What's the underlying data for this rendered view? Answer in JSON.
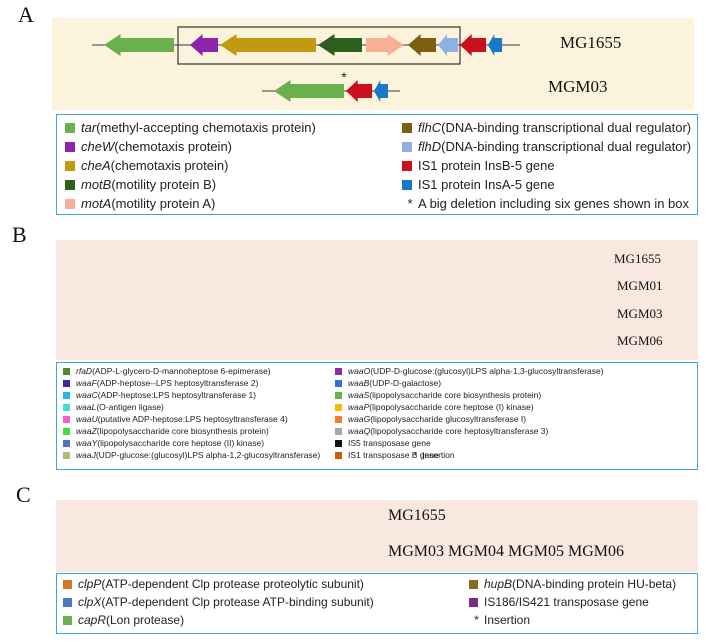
{
  "panels": {
    "A": {
      "letter": "A",
      "band_color": "#fcf3dd",
      "strains": [
        "MG1655",
        "MGM03"
      ],
      "legend": [
        {
          "gene": "tar",
          "desc": " (methyl-accepting chemotaxis protein)",
          "color": "#6ab04c",
          "symbol": "square"
        },
        {
          "gene": "cheW",
          "desc": " (chemotaxis protein)",
          "color": "#8e24aa",
          "symbol": "square"
        },
        {
          "gene": "cheA",
          "desc": " (chemotaxis protein)",
          "color": "#c29a12",
          "symbol": "square"
        },
        {
          "gene": "motB",
          "desc": " (motility protein B)",
          "color": "#2f5f1f",
          "symbol": "square"
        },
        {
          "gene": "motA",
          "desc": " (motility protein A)",
          "color": "#f5b095",
          "symbol": "square"
        },
        {
          "gene": "flhC",
          "desc": " (DNA-binding transcriptional dual regulator)",
          "color": "#7a6012",
          "symbol": "square"
        },
        {
          "gene": "flhD",
          "desc": " (DNA-binding transcriptional dual regulator)",
          "color": "#8fb0e0",
          "symbol": "square"
        },
        {
          "gene": "",
          "desc": "IS1 protein InsB-5 gene",
          "color": "#c8101e",
          "symbol": "square"
        },
        {
          "gene": "",
          "desc": "IS1 protein InsA-5 gene",
          "color": "#1a78c8",
          "symbol": "square"
        },
        {
          "gene": "",
          "desc": "A big deletion including six genes shown in  box",
          "color": "",
          "symbol": "star"
        }
      ]
    },
    "B": {
      "letter": "B",
      "band_color": "#f8e8df",
      "strains": [
        "MG1655",
        "MGM01",
        "MGM03",
        "MGM06"
      ],
      "legend": [
        {
          "gene": "rfaD",
          "desc": " (ADP-L-glycero-D-mannoheptose 6-epimerase)",
          "color": "#4e8a2c",
          "symbol": "square"
        },
        {
          "gene": "waaF",
          "desc": " (ADP-heptose--LPS heptosyltransferase 2)",
          "color": "#3a2a9a",
          "symbol": "square"
        },
        {
          "gene": "waaC",
          "desc": " (ADP-heptose:LPS heptosyltransferase 1)",
          "color": "#29b6e8",
          "symbol": "square"
        },
        {
          "gene": "waaL",
          "desc": " (O-antigen ligase)",
          "color": "#40e0d0",
          "symbol": "square"
        },
        {
          "gene": "waaU",
          "desc": " (putative ADP-heptose:LPS heptosyltransferase 4)",
          "color": "#f060d8",
          "symbol": "square"
        },
        {
          "gene": "waaZ",
          "desc": " (lipopolysaccharide core biosynthesis protein)",
          "color": "#3de040",
          "symbol": "square"
        },
        {
          "gene": "waaY",
          "desc": " (lipopolysaccharide core heptose (II) kinase)",
          "color": "#5a6cc8",
          "symbol": "square"
        },
        {
          "gene": "waaJ",
          "desc": " (UDP-glucose:(glucosyl)LPS alpha-1,2-glucosyltransferase)",
          "color": "#a8c070",
          "symbol": "square"
        },
        {
          "gene": "waaO",
          "desc": " (UDP-D-glucose:(glucosyl)LPS alpha-1,3-glucosyltransferase)",
          "color": "#8a2aa8",
          "symbol": "square"
        },
        {
          "gene": "waaB",
          "desc": " (UDP-D-galactose)",
          "color": "#3a6ed0",
          "symbol": "square"
        },
        {
          "gene": "waaS",
          "desc": " (lipopolysaccharide core biosynthesis protein)",
          "color": "#6ab04c",
          "symbol": "square"
        },
        {
          "gene": "waaP",
          "desc": " (lipopolysaccharide core heptose (I) kinase)",
          "color": "#f8b800",
          "symbol": "square"
        },
        {
          "gene": "waaG",
          "desc": " (lipopolysaccharide glucosyltransferase I)",
          "color": "#f08030",
          "symbol": "square"
        },
        {
          "gene": "waaQ",
          "desc": " (lipopolysaccharide core heptosyltransferase 3)",
          "color": "#a8a8a8",
          "symbol": "square"
        },
        {
          "gene": "",
          "desc": "IS5 transposase gene",
          "color": "#111111",
          "symbol": "square"
        },
        {
          "gene": "",
          "desc": "IS1 transposase B gene",
          "color": "#d05a10",
          "symbol": "square"
        },
        {
          "gene": "",
          "desc": "Insertion",
          "color": "",
          "symbol": "star"
        }
      ]
    },
    "C": {
      "letter": "C",
      "band_color": "#f8e8df",
      "strains": [
        "MG1655",
        "MGM03 MGM04 MGM05 MGM06"
      ],
      "legend": [
        {
          "gene": "clpP",
          "desc": " (ATP-dependent Clp protease proteolytic subunit)",
          "color": "#d0782c",
          "symbol": "square"
        },
        {
          "gene": "clpX",
          "desc": " (ATP-dependent Clp protease ATP-binding subunit)",
          "color": "#4a78c0",
          "symbol": "square"
        },
        {
          "gene": "capR",
          "desc": " (Lon protease)",
          "color": "#6ab04c",
          "symbol": "square"
        },
        {
          "gene": "hupB",
          "desc": " (DNA-binding protein HU-beta)",
          "color": "#8a6a1e",
          "symbol": "square"
        },
        {
          "gene": "",
          "desc": "IS186/IS421 transposase gene",
          "color": "#7a2a8a",
          "symbol": "square"
        },
        {
          "gene": "",
          "desc": "Insertion",
          "color": "",
          "symbol": "star"
        }
      ]
    }
  },
  "star_glyph": "*"
}
